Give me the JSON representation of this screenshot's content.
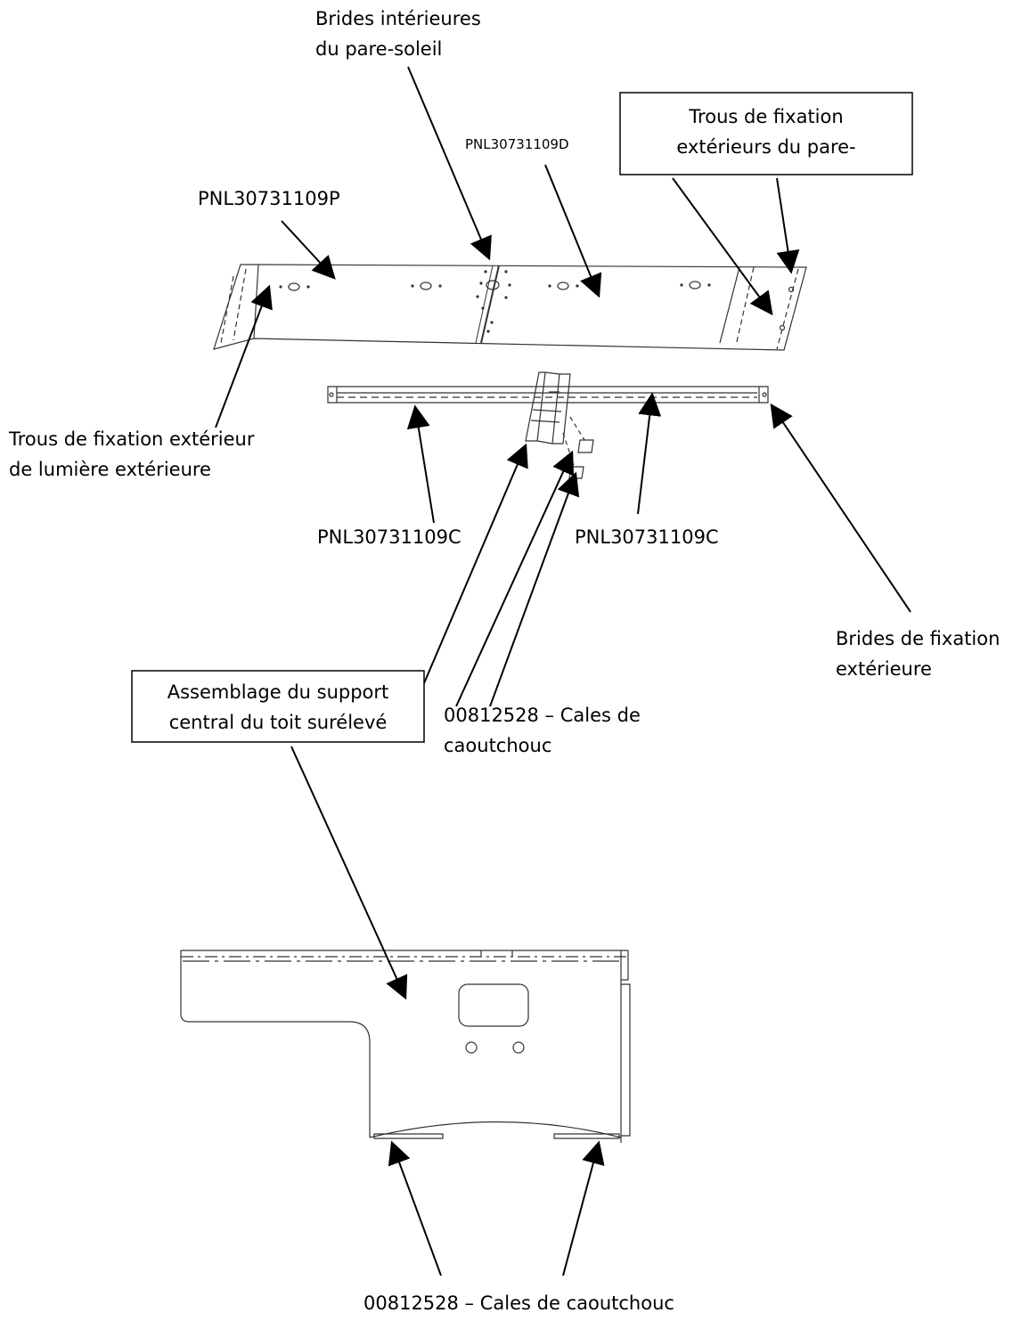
{
  "labels": {
    "brides_interieures": [
      "Brides intérieures",
      "du pare-soleil"
    ],
    "pnl_d": "PNL30731109D",
    "trous_pare": [
      "Trous de fixation",
      "extérieurs du pare-"
    ],
    "pnl_p": "PNL30731109P",
    "trous_lumiere": [
      "Trous de fixation extérieur",
      "de lumière extérieure"
    ],
    "pnl_c_left": "PNL30731109C",
    "pnl_c_right": "PNL30731109C",
    "brides_exterieure": [
      "Brides de fixation",
      "extérieure"
    ],
    "assemblage": [
      "Assemblage du support",
      "central du toit surélevé"
    ],
    "cales_mid": [
      "00812528 – Cales de",
      "caoutchouc"
    ],
    "cales_bottom": "00812528 – Cales de caoutchouc"
  }
}
